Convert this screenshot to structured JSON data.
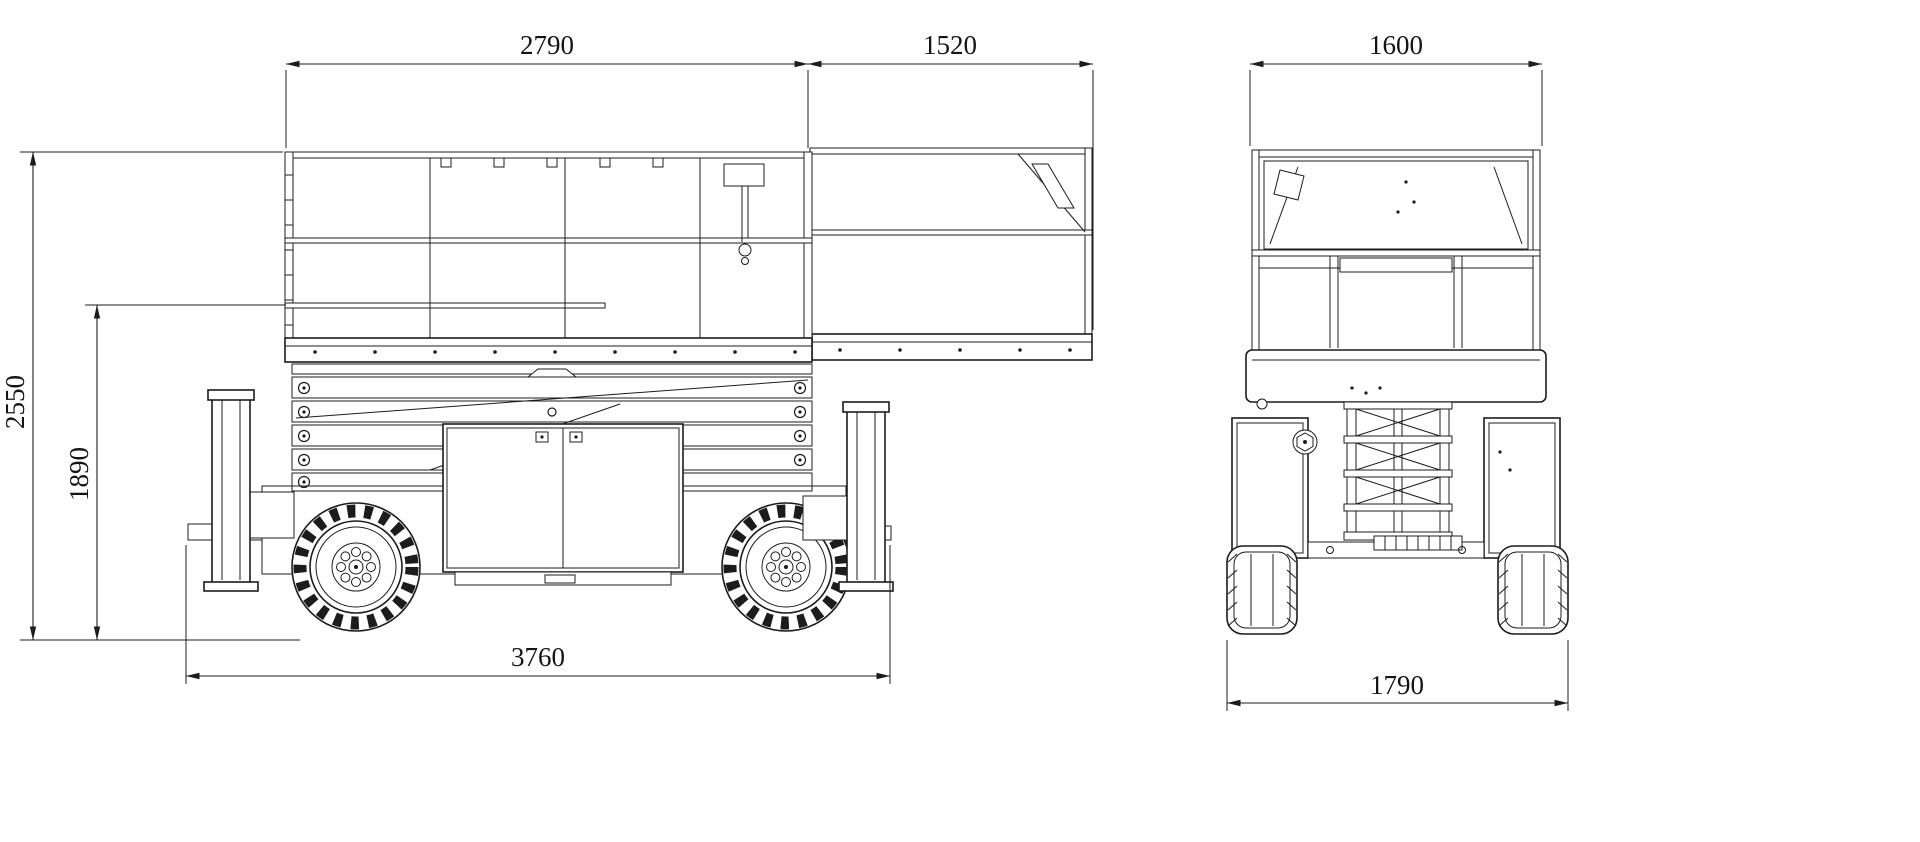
{
  "meta": {
    "background_color": "#ffffff",
    "line_color": "#1c1c1c",
    "content": "scissor lift technical drawing, side view and front view with dimensions"
  },
  "dimensions": {
    "platform_length": "2790",
    "extension_deck_length": "1520",
    "platform_width": "1600",
    "overall_height": "2550",
    "folded_rail_height": "1890",
    "overall_length": "3760",
    "overall_width": "1790"
  }
}
